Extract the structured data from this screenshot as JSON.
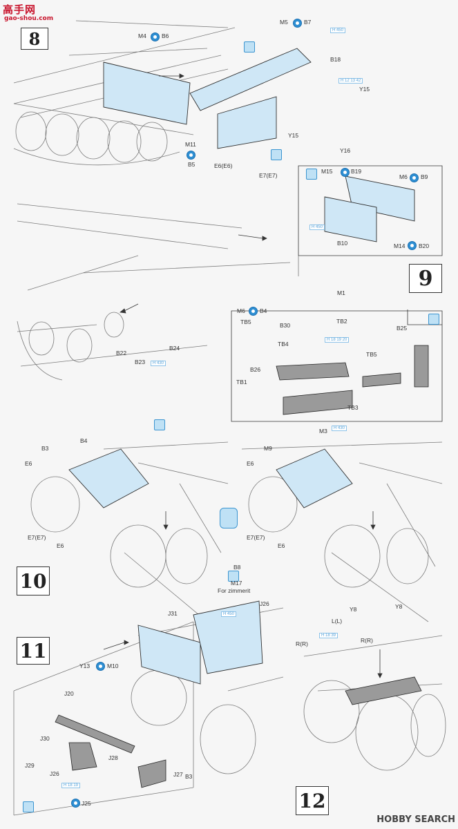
{
  "site": {
    "logo": "高手网",
    "url": "gao-shou.com"
  },
  "steps": [
    "8",
    "9",
    "10",
    "11",
    "12"
  ],
  "labels": {
    "m4": "M4",
    "b6": "B6",
    "m5": "M5",
    "b7": "B7",
    "b18": "B18",
    "y15a": "Y15",
    "y15b": "Y15",
    "y16": "Y16",
    "m11": "M11",
    "b5": "B5",
    "e6e6": "E6(E6)",
    "e7e7": "E7(E7)",
    "m15": "M15",
    "b19": "B19",
    "m6a": "M6",
    "b9": "B9",
    "b10": "B10",
    "m14": "M14",
    "b20": "B20",
    "m1": "M1",
    "m6b": "M6",
    "b4a": "B4",
    "tb5a": "TB5",
    "b22": "B22",
    "b23": "B23",
    "b24": "B24",
    "b30": "B30",
    "tb2": "TB2",
    "b25": "B25",
    "tb4": "TB4",
    "tb5b": "TB5",
    "b26": "B26",
    "tb1": "TB1",
    "tb3": "TB3",
    "b4b": "B4",
    "b3a": "B3",
    "e6a": "E6",
    "e7a": "E7(E7)",
    "e6b": "E6",
    "m3": "M3",
    "m9": "M9",
    "e6c": "E6",
    "e7b": "E7(E7)",
    "e6d": "E6",
    "b8": "B8",
    "m17": "M17",
    "zimmerit": "For zimmerit",
    "j31": "J31",
    "j26a": "J26",
    "y13": "Y13",
    "m10": "M10",
    "j20": "J20",
    "j30": "J30",
    "j29": "J29",
    "j26b": "J26",
    "j28": "J28",
    "j27": "J27",
    "j25": "J25",
    "b3b": "B3",
    "y8a": "Y8",
    "y8b": "Y8",
    "ll": "L(L)",
    "rr1": "R(R)",
    "rr2": "R(R)"
  },
  "hints": [
    "H 450",
    "H 12 13 42",
    "H 450",
    "H 18 19 20",
    "H 430",
    "H 430",
    "H 450",
    "H 18 19",
    "H 18 39"
  ],
  "watermark": "HOBBY SEARCH",
  "colors": {
    "part_fill": "#cfe7f6",
    "part_stroke": "#2f2f2f",
    "line": "#6b6b6b"
  }
}
